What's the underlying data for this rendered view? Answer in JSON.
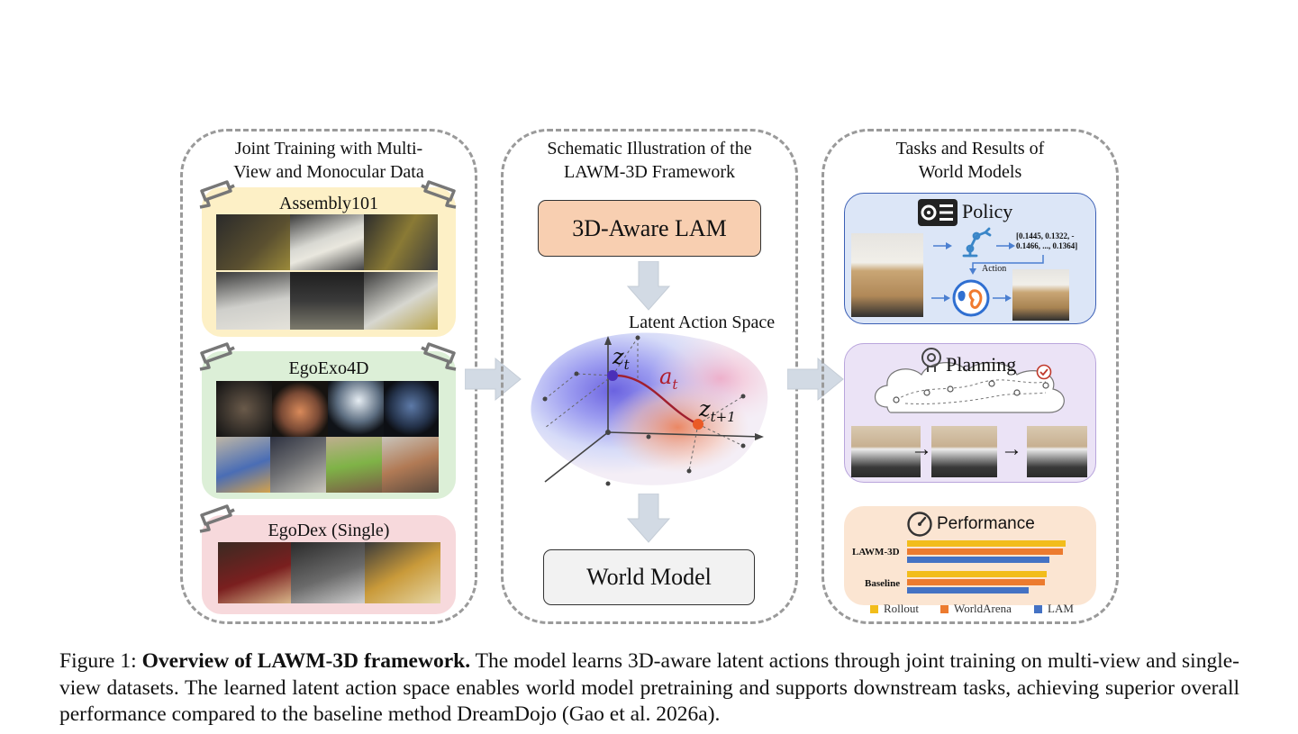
{
  "panels": {
    "left": {
      "title_line1": "Joint Training with Multi-",
      "title_line2": "View and Monocular Data",
      "datasets": [
        {
          "label": "Assembly101",
          "color": "#fdf0c6"
        },
        {
          "label": "EgoExo4D",
          "color": "#dcefd7"
        },
        {
          "label": "EgoDex (Single)",
          "color": "#f7d9dc"
        }
      ]
    },
    "middle": {
      "title_line1": "Schematic Illustration of the",
      "title_line2": "LAWM-3D Framework",
      "top_box": "3D-Aware LAM",
      "bottom_box": "World Model",
      "latent_label": "Latent Action Space",
      "z_t": "z",
      "z_t_sub": "t",
      "a_t": "a",
      "a_t_sub": "t",
      "z_t1": "z",
      "z_t1_sub": "t+1"
    },
    "right": {
      "title_line1": "Tasks and Results of",
      "title_line2": "World Models",
      "policy": {
        "title": "Policy",
        "vector_line1": "[0.1445, 0.1322, -",
        "vector_line2": "0.1466, ..., 0.1364]",
        "action_label": "Action"
      },
      "planning": {
        "title": "Planning",
        "arrow": "→"
      },
      "performance": {
        "title": "Performance",
        "rows": [
          "LAWM-3D",
          "Baseline"
        ],
        "legend": [
          "Rollout",
          "WorldArena",
          "LAM"
        ]
      }
    }
  },
  "colors": {
    "rollout": "#f2bd1b",
    "worldarena": "#ec7b2f",
    "lam": "#4472c4",
    "policy_bg": "#dce6f7",
    "planning_bg": "#ebe3f6",
    "performance_bg": "#fbe5d2"
  },
  "chart_data": {
    "type": "bar",
    "categories": [
      "LAWM-3D",
      "Baseline"
    ],
    "series": [
      {
        "name": "Rollout",
        "values": [
          0.98,
          0.86
        ]
      },
      {
        "name": "WorldArena",
        "values": [
          0.96,
          0.85
        ]
      },
      {
        "name": "LAM",
        "values": [
          0.88,
          0.75
        ]
      }
    ],
    "xlim": [
      0,
      1
    ]
  },
  "caption": {
    "prefix": "Figure 1: ",
    "bold": "Overview of LAWM-3D framework.",
    "body": " The model learns 3D-aware latent actions through joint training on multi-view and single-view datasets. The learned latent action space enables world model pretraining and supports downstream tasks, achieving superior overall performance compared to the baseline method DreamDojo (Gao et al. 2026a)."
  }
}
